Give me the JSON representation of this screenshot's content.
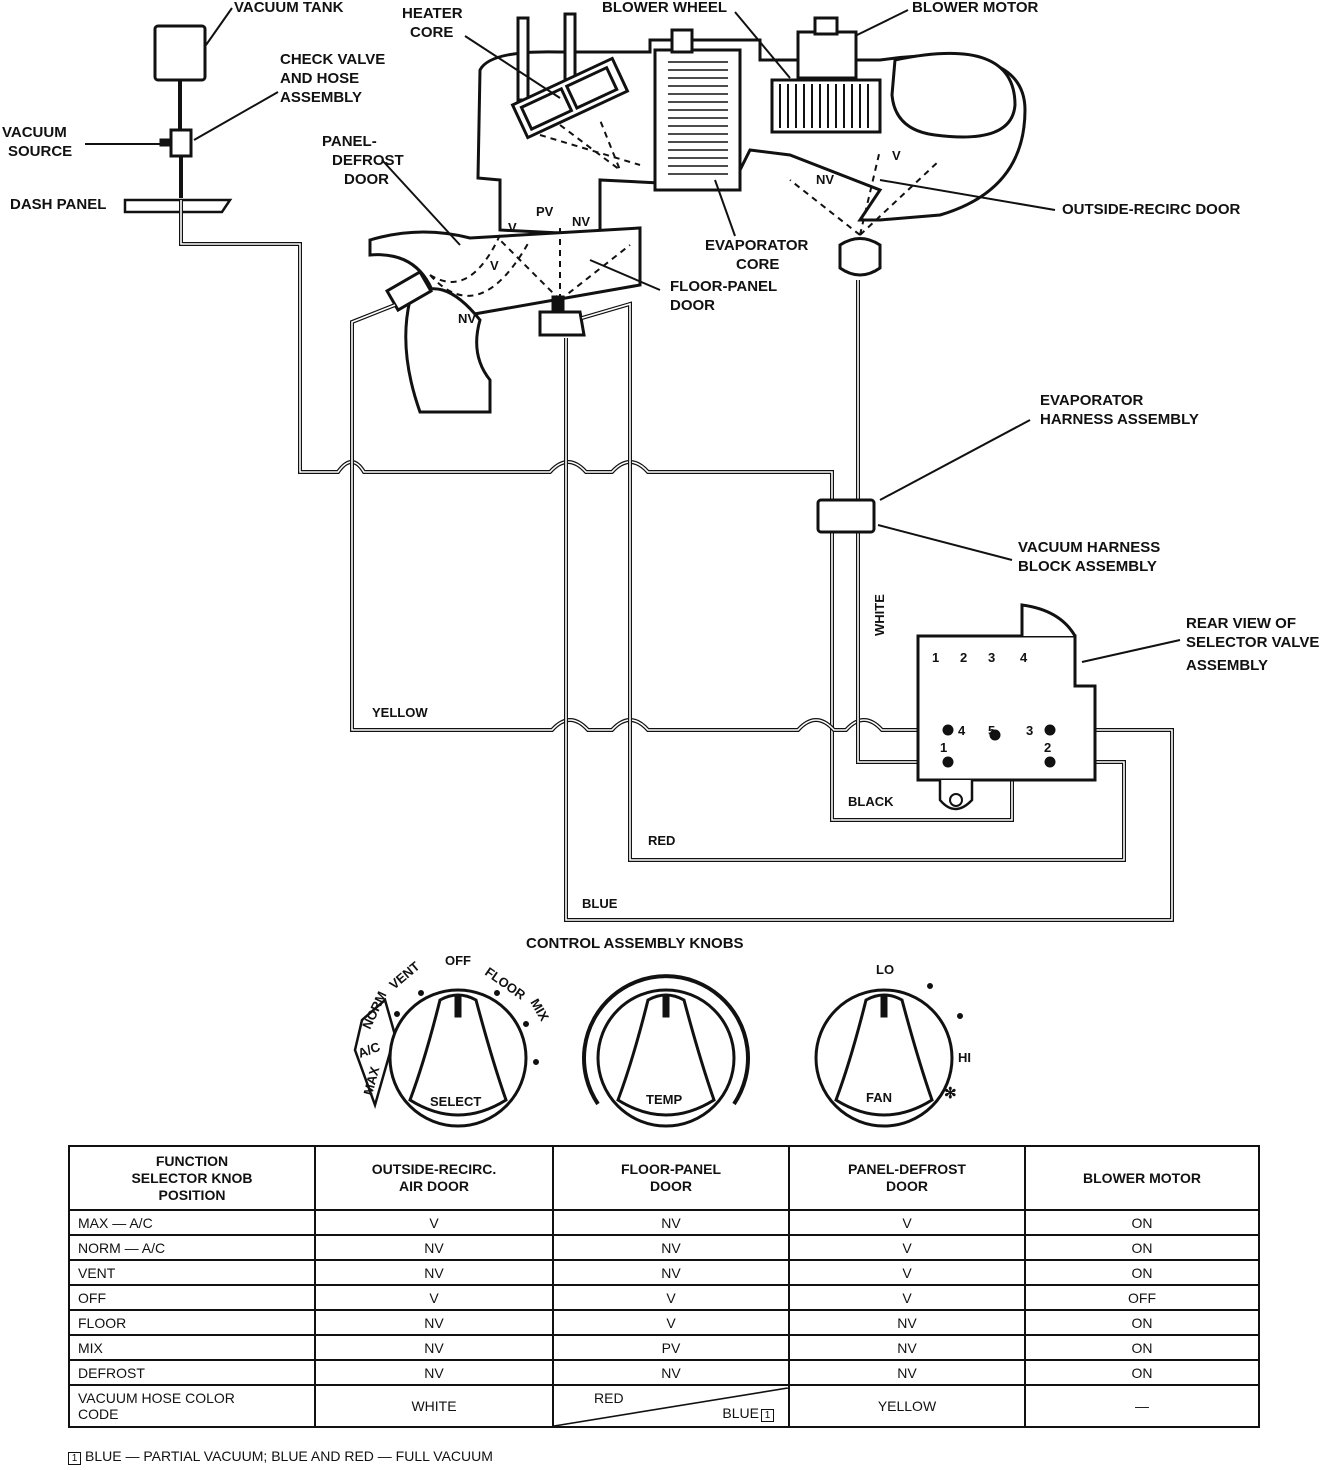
{
  "labels": {
    "vacuum_tank": "VACUUM TANK",
    "check_valve": [
      "CHECK VALVE",
      "AND HOSE",
      "ASSEMBLY"
    ],
    "vacuum_source": [
      "VACUUM",
      "SOURCE"
    ],
    "dash_panel": "DASH PANEL",
    "heater_core": [
      "HEATER",
      "CORE"
    ],
    "blower_wheel": "BLOWER WHEEL",
    "blower_motor": "BLOWER MOTOR",
    "panel_defrost_door": [
      "PANEL-",
      "DEFROST",
      "DOOR"
    ],
    "evaporator_core": [
      "EVAPORATOR",
      "CORE"
    ],
    "floor_panel_door": [
      "FLOOR-PANEL",
      "DOOR"
    ],
    "outside_recirc_door": "OUTSIDE-RECIRC DOOR",
    "evaporator_harness": [
      "EVAPORATOR",
      "HARNESS ASSEMBLY"
    ],
    "vacuum_harness_block": [
      "VACUUM HARNESS",
      "BLOCK ASSEMBLY"
    ],
    "rear_view": [
      "REAR VIEW OF",
      "SELECTOR VALVE",
      "ASSEMBLY"
    ],
    "door_v": "V",
    "door_nv": "NV",
    "door_pv": "PV",
    "hose_yellow": "YELLOW",
    "hose_white": "WHITE",
    "hose_black": "BLACK",
    "hose_red": "RED",
    "hose_blue": "BLUE",
    "port_numbers_top": [
      "1",
      "2",
      "3",
      "4"
    ],
    "port_4": "4",
    "port_5": "5",
    "port_3": "3",
    "port_1": "1",
    "port_2": "2"
  },
  "knobs": {
    "title": "CONTROL ASSEMBLY KNOBS",
    "select": {
      "label": "SELECT",
      "positions": [
        "MAX",
        "A/C",
        "NORM",
        "VENT",
        "OFF",
        "FLOOR",
        "MIX"
      ]
    },
    "temp": {
      "label": "TEMP"
    },
    "fan": {
      "label": "FAN",
      "lo": "LO",
      "hi": "HI"
    }
  },
  "table": {
    "headers": [
      [
        "FUNCTION",
        "SELECTOR KNOB",
        "POSITION"
      ],
      [
        "OUTSIDE-RECIRC.",
        "AIR DOOR"
      ],
      [
        "FLOOR-PANEL",
        "DOOR"
      ],
      [
        "PANEL-DEFROST",
        "DOOR"
      ],
      [
        "BLOWER MOTOR"
      ]
    ],
    "rows": [
      [
        "MAX — A/C",
        "V",
        "NV",
        "V",
        "ON"
      ],
      [
        "NORM — A/C",
        "NV",
        "NV",
        "V",
        "ON"
      ],
      [
        "VENT",
        "NV",
        "NV",
        "V",
        "ON"
      ],
      [
        "OFF",
        "V",
        "V",
        "V",
        "OFF"
      ],
      [
        "FLOOR",
        "NV",
        "V",
        "NV",
        "ON"
      ],
      [
        "MIX",
        "NV",
        "PV",
        "NV",
        "ON"
      ],
      [
        "DEFROST",
        "NV",
        "NV",
        "NV",
        "ON"
      ]
    ],
    "color_code": {
      "label": [
        "VACUUM HOSE COLOR",
        "CODE"
      ],
      "outside_recirc": "WHITE",
      "floor_panel_a": "RED",
      "floor_panel_b": "BLUE",
      "footnote_mark": "1",
      "panel_defrost": "YELLOW",
      "blower": "—"
    },
    "footnote": "BLUE — PARTIAL VACUUM; BLUE AND RED — FULL VACUUM"
  }
}
